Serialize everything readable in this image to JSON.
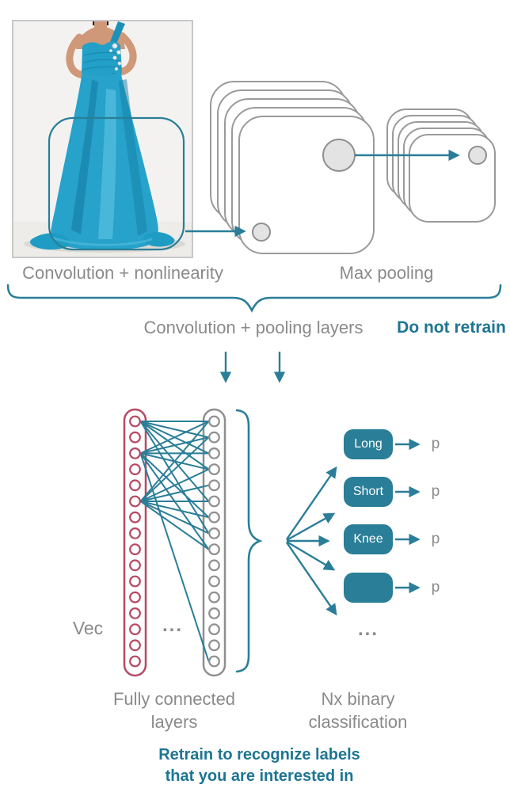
{
  "colors": {
    "teal": "#2a7e98",
    "teal_text": "#1d7593",
    "gray_text": "#8a8a8a",
    "gray_stroke": "#9a9a9a",
    "circle_fill": "#e3e3e3",
    "red": "#b44a63",
    "dress_blue": "#27a2ca"
  },
  "stage1": {
    "conv_label": "Convolution + nonlinearity",
    "pool_label": "Max pooling"
  },
  "frozen": {
    "brace_label": "Convolution + pooling layers",
    "note": "Do not retrain"
  },
  "fc": {
    "vec_label": "Vec",
    "dots": "...",
    "caption_line1": "Fully connected",
    "caption_line2": "layers"
  },
  "heads": {
    "buttons": [
      {
        "label": "Long"
      },
      {
        "label": "Short"
      },
      {
        "label": "Knee"
      },
      {
        "label": ""
      }
    ],
    "output_label": "p",
    "dots": "...",
    "caption_line1": "Nx binary",
    "caption_line2": "classification"
  },
  "footer": {
    "note_line1": "Retrain to recognize labels",
    "note_line2": "that you are interested in"
  }
}
